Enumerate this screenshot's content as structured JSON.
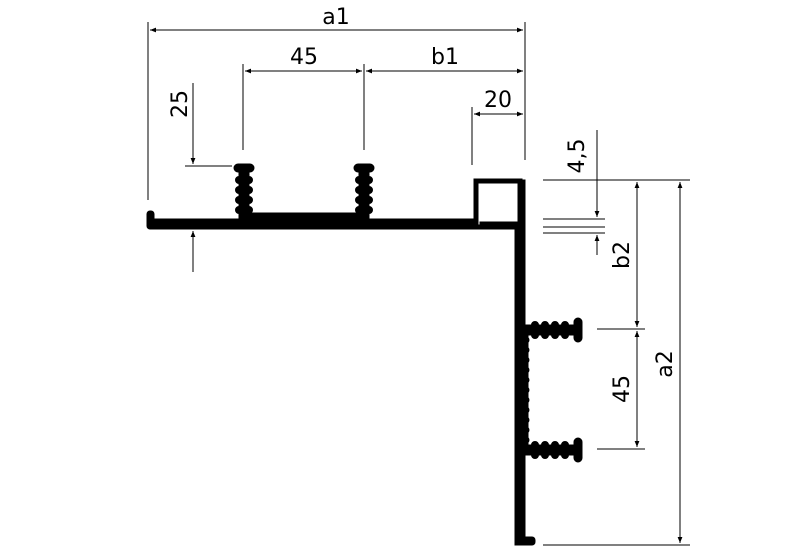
{
  "labels": {
    "a1": "a1",
    "top_45": "45",
    "b1": "b1",
    "d20": "20",
    "d25": "25",
    "d4_5": "4,5",
    "b2": "b2",
    "right_45": "45",
    "a2": "a2"
  },
  "colors": {
    "line": "#000000",
    "background": "#ffffff"
  }
}
